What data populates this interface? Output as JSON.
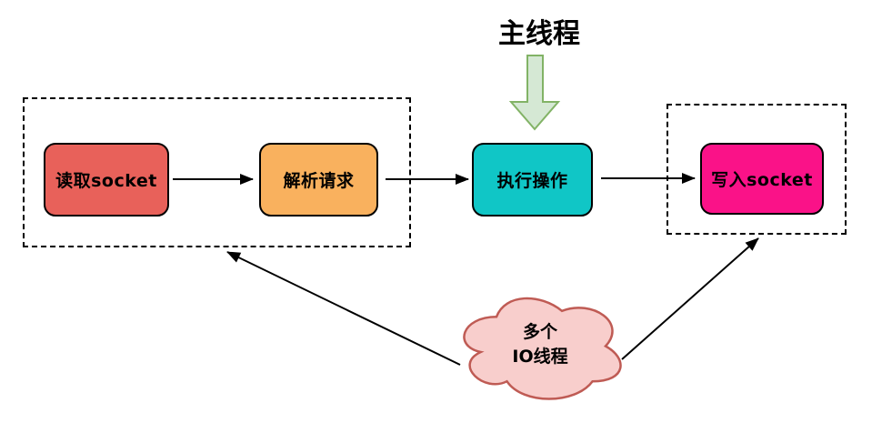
{
  "title": "主线程",
  "nodes": [
    {
      "id": "read-socket",
      "label": "读取socket",
      "fill": "#E8615A"
    },
    {
      "id": "parse-request",
      "label": "解析请求",
      "fill": "#F9B15E"
    },
    {
      "id": "execute",
      "label": "执行操作",
      "fill": "#10C6C6"
    },
    {
      "id": "write-socket",
      "label": "写入socket",
      "fill": "#FA1288"
    }
  ],
  "groups": [
    {
      "id": "left-dashed-group",
      "style": "dashed",
      "contains": [
        "read-socket",
        "parse-request"
      ]
    },
    {
      "id": "right-dashed-group",
      "style": "dashed",
      "contains": [
        "write-socket"
      ]
    }
  ],
  "cloud": {
    "label_line1": "多个",
    "label_line2": "IO线程",
    "fill": "#F8CECC",
    "stroke": "#BF5B54"
  },
  "main_thread_arrow": {
    "fill": "#D5E8D4",
    "stroke": "#82B366",
    "points_to": "execute"
  },
  "edges": [
    {
      "from": "read-socket",
      "to": "parse-request"
    },
    {
      "from": "parse-request",
      "to": "execute"
    },
    {
      "from": "execute",
      "to": "write-socket"
    },
    {
      "from": "io-threads-cloud",
      "to": "left-dashed-group"
    },
    {
      "from": "io-threads-cloud",
      "to": "right-dashed-group"
    }
  ],
  "colors": {
    "background": "#FFFFFF",
    "edge_stroke": "#000000",
    "dashed_border": "#000000",
    "node_border": "#000000",
    "text": "#000000"
  }
}
